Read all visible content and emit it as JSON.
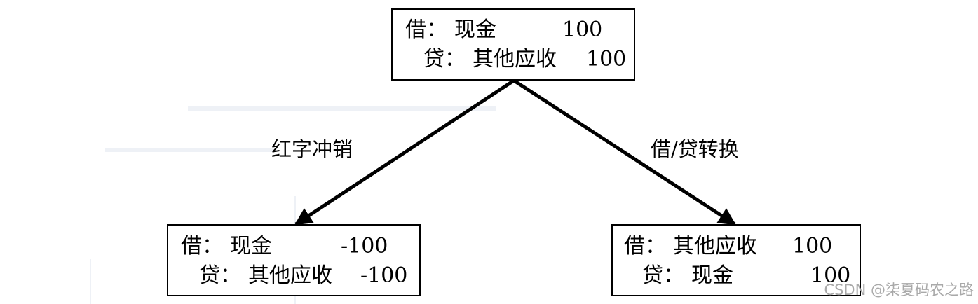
{
  "nodes": {
    "top": {
      "debit": {
        "side": "借：",
        "account": "现金",
        "amount": "100"
      },
      "credit": {
        "side": "贷：",
        "account": "其他应收",
        "amount": "100"
      }
    },
    "left": {
      "debit": {
        "side": "借：",
        "account": "现金",
        "amount": "-100"
      },
      "credit": {
        "side": "贷：",
        "account": "其他应收",
        "amount": "-100"
      }
    },
    "right": {
      "debit": {
        "side": "借：",
        "account": "其他应收",
        "amount": "100"
      },
      "credit": {
        "side": "贷：",
        "account": "现金",
        "amount": "100"
      }
    }
  },
  "edges": {
    "left": {
      "label": "红字冲销"
    },
    "right": {
      "label": "借/贷转换"
    }
  },
  "watermark": "CSDN @柒夏码农之路",
  "colors": {
    "line": "#000000",
    "background": "#ffffff",
    "watermark": "#a9a9a9"
  }
}
